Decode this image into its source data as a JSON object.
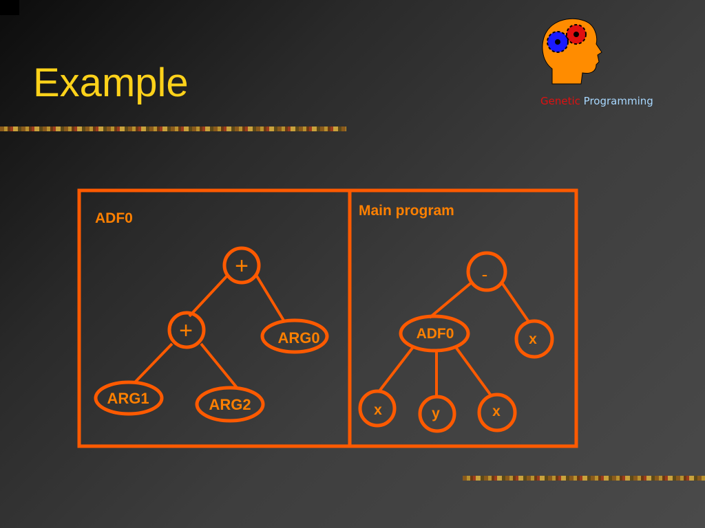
{
  "slide": {
    "title": "Example"
  },
  "logo": {
    "icon": "head-with-gears-icon",
    "caption_word1": "Genetic",
    "caption_word2": "Programming",
    "colors": {
      "head": "#ff8c00",
      "gear_blue": "#1a1aff",
      "gear_red": "#e01010"
    }
  },
  "diagram": {
    "accent_color": "#ff5a00",
    "label_color": "#ff8000",
    "adf_panel": {
      "label": "ADF0",
      "nodes": {
        "root": "+",
        "inner_plus": "+",
        "arg0": "ARG0",
        "arg1": "ARG1",
        "arg2": "ARG2"
      }
    },
    "main_panel": {
      "label": "Main program",
      "nodes": {
        "root": "-",
        "adf_call": "ADF0",
        "x_right": "x",
        "x_left": "x",
        "y": "y",
        "x_mid": "x"
      }
    }
  }
}
